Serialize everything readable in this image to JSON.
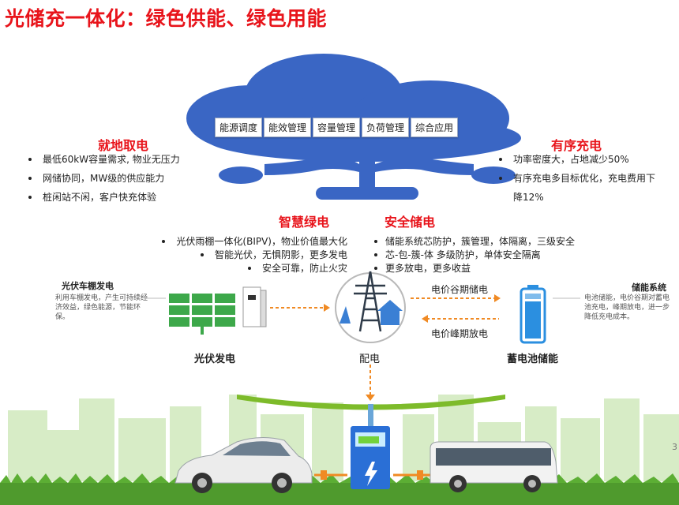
{
  "title": "光储充一体化：绿色供能、绿色用能",
  "cloud": {
    "tabs": [
      "能源调度",
      "能效管理",
      "容量管理",
      "负荷管理",
      "综合应用"
    ]
  },
  "sections": {
    "left": {
      "heading": "就地取电",
      "bullets": [
        "最低60kW容量需求, 物业无压力",
        "网储协同，MW级的供应能力",
        "桩闲站不闲，客户快充体验"
      ]
    },
    "right": {
      "heading": "有序充电",
      "bullets": [
        "功率密度大，占地减少50%",
        "有序充电多目标优化，充电费用下",
        "降12%"
      ]
    },
    "smart": {
      "heading": "智慧绿电",
      "bullets": [
        "光伏雨棚一体化(BIPV)，物业价值最大化",
        "智能光伏，无惧阴影，更多发电",
        "安全可靠，防止火灾"
      ]
    },
    "storage": {
      "heading": "安全储电",
      "bullets": [
        "储能系统芯防护，簇管理，体隔离，三级安全",
        "芯-包-簇-体 多级防护，单体安全隔离",
        "更多放电，更多收益"
      ]
    }
  },
  "pv": {
    "heading": "光伏车棚发电",
    "desc": "利用车棚发电，产生可持续经济效益，绿色能源，节能环保。",
    "label": "光伏发电"
  },
  "distribution": {
    "label": "配电"
  },
  "battery": {
    "heading": "储能系统",
    "desc": "电池储能，电价谷期对蓄电池充电，峰期放电，进一步降低充电成本。",
    "label": "蓄电池储能"
  },
  "arrows": {
    "charge": "电价谷期储电",
    "discharge": "电价峰期放电"
  },
  "page_number": "3",
  "colors": {
    "title_red": "#e8141b",
    "cloud_blue": "#3a66c4",
    "green": "#58a832",
    "orange": "#f08a24"
  }
}
